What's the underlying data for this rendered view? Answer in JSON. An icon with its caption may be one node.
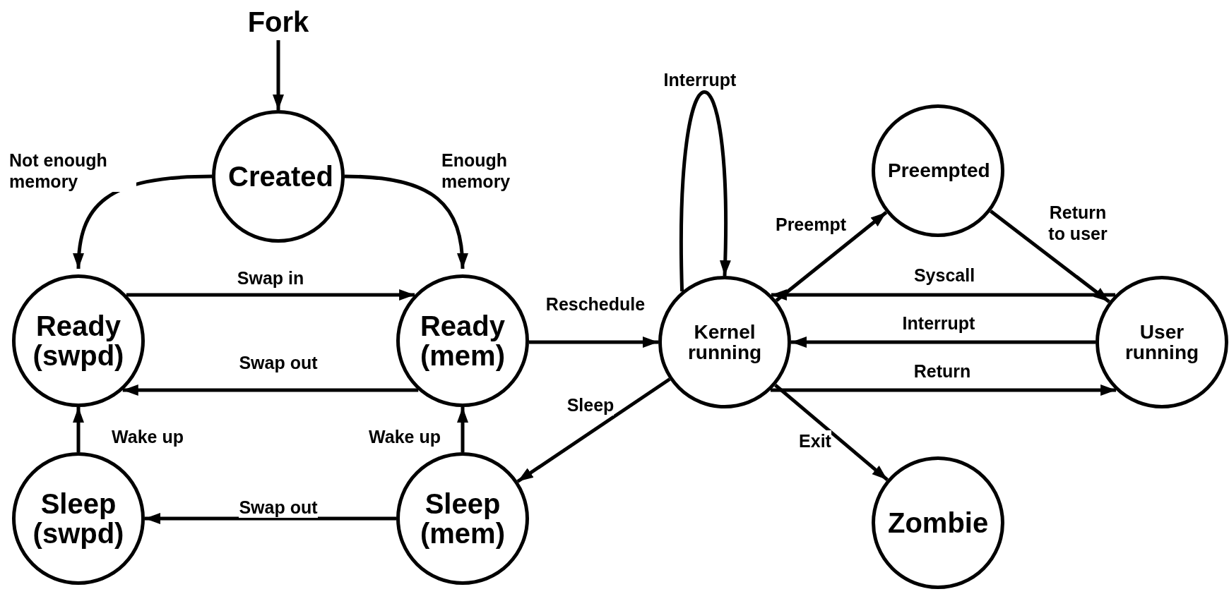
{
  "diagram": {
    "nodes": [
      {
        "text": [
          "Fork"
        ]
      },
      {
        "text": [
          "Created"
        ]
      },
      {
        "text": [
          "Ready (swpd)"
        ]
      },
      {
        "text": [
          "Ready (mem)"
        ]
      },
      {
        "text": [
          "Kernel running"
        ]
      },
      {
        "text": [
          "Preempted"
        ]
      },
      {
        "text": [
          "User running"
        ]
      },
      {
        "text": [
          "Sleep (swpd)"
        ]
      },
      {
        "text": [
          "Sleep (mem)"
        ]
      },
      {
        "text": [
          "Zombie"
        ]
      }
    ],
    "edges": [
      {
        "from": 0,
        "to": 1,
        "arrow": "to"
      },
      {
        "from": 1,
        "to": 2,
        "arrow": "to",
        "label": "Not enough memory"
      },
      {
        "from": 1,
        "to": 3,
        "arrow": "to",
        "label": "Enough memory"
      },
      {
        "from": 2,
        "to": 3,
        "arrow": "to",
        "label": "Swap in"
      },
      {
        "from": 3,
        "to": 2,
        "arrow": "to",
        "label": "Swap out"
      },
      {
        "from": 3,
        "to": 4,
        "arrow": "to",
        "label": "Reschedule"
      },
      {
        "from": 4,
        "to": 4,
        "arrow": "to",
        "label": "Interrupt"
      },
      {
        "from": 4,
        "to": 5,
        "arrow": "to",
        "label": "Preempt"
      },
      {
        "from": 5,
        "to": 6,
        "arrow": "to",
        "label": "Return to user"
      },
      {
        "from": 6,
        "to": 4,
        "arrow": "to",
        "label": "Syscall"
      },
      {
        "from": 6,
        "to": 4,
        "arrow": "to",
        "label": "Interrupt"
      },
      {
        "from": 4,
        "to": 6,
        "arrow": "to",
        "label": "Return"
      },
      {
        "from": 4,
        "to": 8,
        "arrow": "to",
        "label": "Sleep"
      },
      {
        "from": 4,
        "to": 9,
        "arrow": "to",
        "label": "Exit"
      },
      {
        "from": 7,
        "to": 2,
        "arrow": "to",
        "label": "Wake up"
      },
      {
        "from": 8,
        "to": 3,
        "arrow": "to",
        "label": "Wake up"
      },
      {
        "from": 8,
        "to": 7,
        "arrow": "to",
        "label": "Swap out"
      }
    ]
  }
}
